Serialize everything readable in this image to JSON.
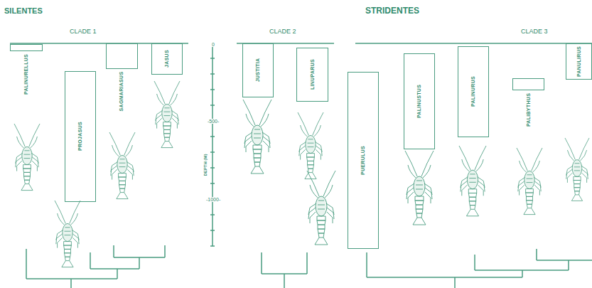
{
  "diagram": {
    "nodes": [
      {
        "text": [
          "PALINURELLUS"
        ]
      },
      {
        "text": [
          "PROJASUS"
        ]
      },
      {
        "text": [
          "SAGMARIASUS"
        ]
      },
      {
        "text": [
          "JASUS"
        ]
      },
      {
        "text": [
          "JUSTITIA"
        ]
      },
      {
        "text": [
          "LINUPARUS"
        ]
      },
      {
        "text": [
          "PUERULUS"
        ]
      },
      {
        "text": [
          "PALINUSTUS"
        ]
      },
      {
        "text": [
          "PALINURUS"
        ]
      },
      {
        "text": [
          "PALIBYTHUS"
        ]
      },
      {
        "text": [
          "PANULIRUS"
        ]
      }
    ],
    "labels": [
      "SILENTES",
      "STRIDENTES",
      "CLADE 1",
      "CLADE 2",
      "CLADE 3",
      "0",
      "-500-",
      "-1000-",
      "DEPTH (M)"
    ]
  }
}
